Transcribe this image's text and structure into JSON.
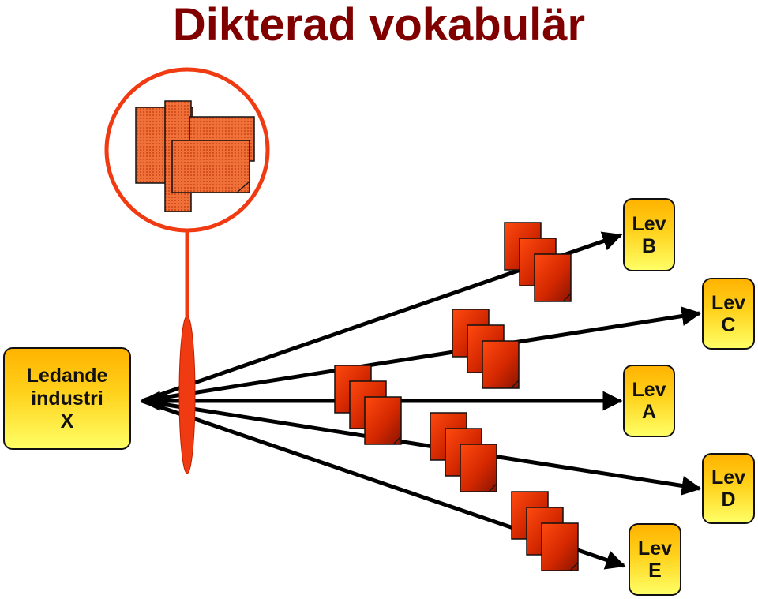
{
  "title": "Dikterad vokabulär",
  "source": {
    "lines": [
      "Ledande",
      "industri",
      "X"
    ]
  },
  "suppliers": [
    {
      "id": "B",
      "lines": [
        "Lev",
        "B"
      ]
    },
    {
      "id": "C",
      "lines": [
        "Lev",
        "C"
      ]
    },
    {
      "id": "A",
      "lines": [
        "Lev",
        "A"
      ]
    },
    {
      "id": "D",
      "lines": [
        "Lev",
        "D"
      ]
    },
    {
      "id": "E",
      "lines": [
        "Lev",
        "E"
      ]
    }
  ],
  "colors": {
    "title": "#800000",
    "circle": "#ff3300",
    "document": "#e8300a",
    "box_top": "#ffb300",
    "box_bottom": "#ffff66",
    "arrow": "#000000"
  }
}
